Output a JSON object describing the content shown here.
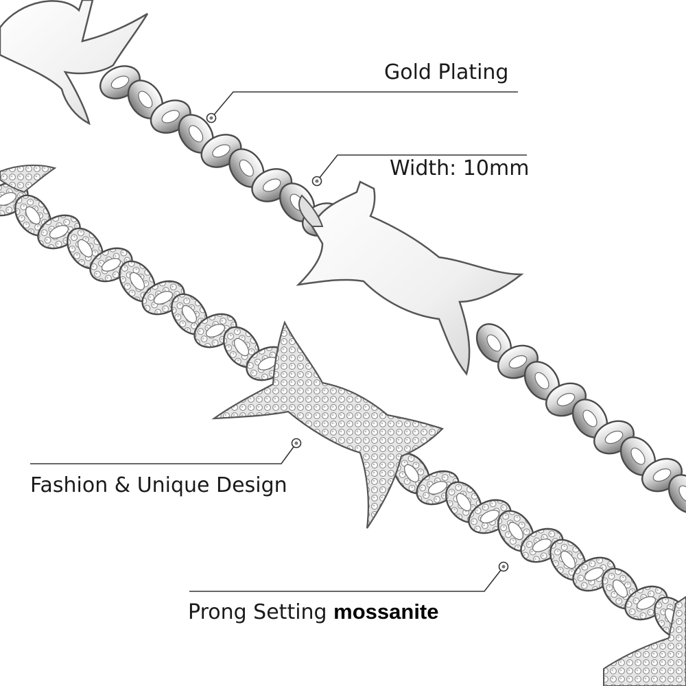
{
  "callouts": {
    "gold_plating": "Gold Plating",
    "width": "Width: 10mm",
    "design": "Fashion & Unique Design",
    "prong_setting": "Prong Setting",
    "stone": "mossanite"
  },
  "colors": {
    "background": "#ffffff",
    "label_text": "#1a1a1a",
    "leader_line": "#333333",
    "metal_light": "#f4f4f4",
    "metal_mid": "#bdbdbd",
    "metal_dark": "#4a4a4a",
    "stone": "#ffffff"
  },
  "icons": [
    "marker-ring-icon"
  ]
}
